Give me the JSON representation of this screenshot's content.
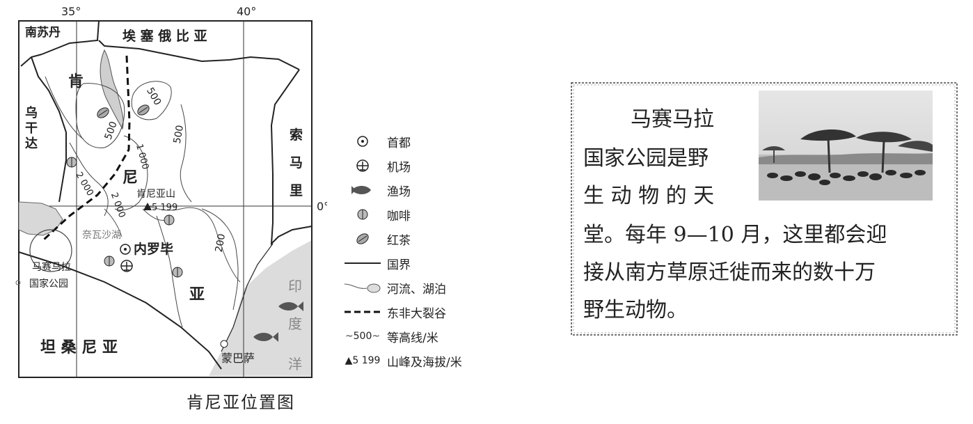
{
  "map": {
    "longitude_labels": [
      "35°",
      "40°"
    ],
    "equator_label": "0°",
    "countries": {
      "south_sudan": "南苏丹",
      "ethiopia": "埃 塞 俄 比 亚",
      "uganda": [
        "乌",
        "干",
        "达"
      ],
      "somalia": [
        "索",
        "马",
        "里"
      ],
      "tanzania": "坦 桑 尼 亚",
      "kenya": [
        "肯",
        "尼",
        "亚"
      ]
    },
    "places": {
      "mount_kenya": "肯尼亚山",
      "mount_kenya_elevation": "5 199",
      "capital": "内罗毕",
      "lake": "奈瓦沙湖",
      "mombasa": "蒙巴萨",
      "park_line1": "马赛马拉",
      "park_line2": "国家公园",
      "ocean": [
        "印",
        "度",
        "洋"
      ]
    },
    "contour_labels": [
      "500",
      "500",
      "1 000",
      "500",
      "2 000",
      "2 000",
      "200"
    ]
  },
  "legend": {
    "capital": "首都",
    "airport": "机场",
    "fishery": "渔场",
    "coffee": "咖啡",
    "tea": "红茶",
    "border": "国界",
    "river_lake": "河流、湖泊",
    "rift_valley": "东非大裂谷",
    "contour_symbol": "500",
    "contour": "等高线/米",
    "peak_symbol": "5 199",
    "peak": "山峰及海拔/米"
  },
  "caption": "肯尼亚位置图",
  "textbox": {
    "line1": "马赛马拉",
    "line2": "国家公园是野",
    "line3": "生 动 物 的 天",
    "line4": "堂。每年 9—10 月，这里都会迎",
    "line5": "接从南方草原迁徙而来的数十万",
    "line6": "野生动物。"
  }
}
